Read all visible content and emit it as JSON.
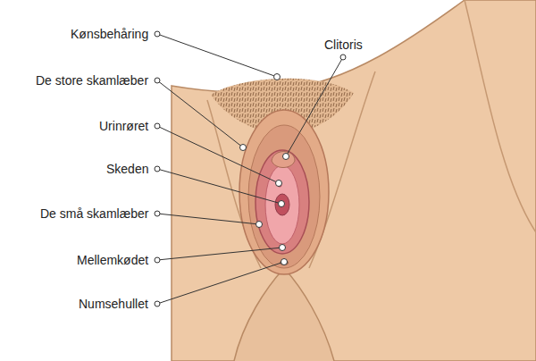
{
  "diagram": {
    "labels": [
      "Kønsbehåring",
      "Clitoris",
      "De store skamlæber",
      "Urinrøret",
      "Skeden",
      "De små skamlæber",
      "Mellemkødet",
      "Numsehullet"
    ]
  }
}
